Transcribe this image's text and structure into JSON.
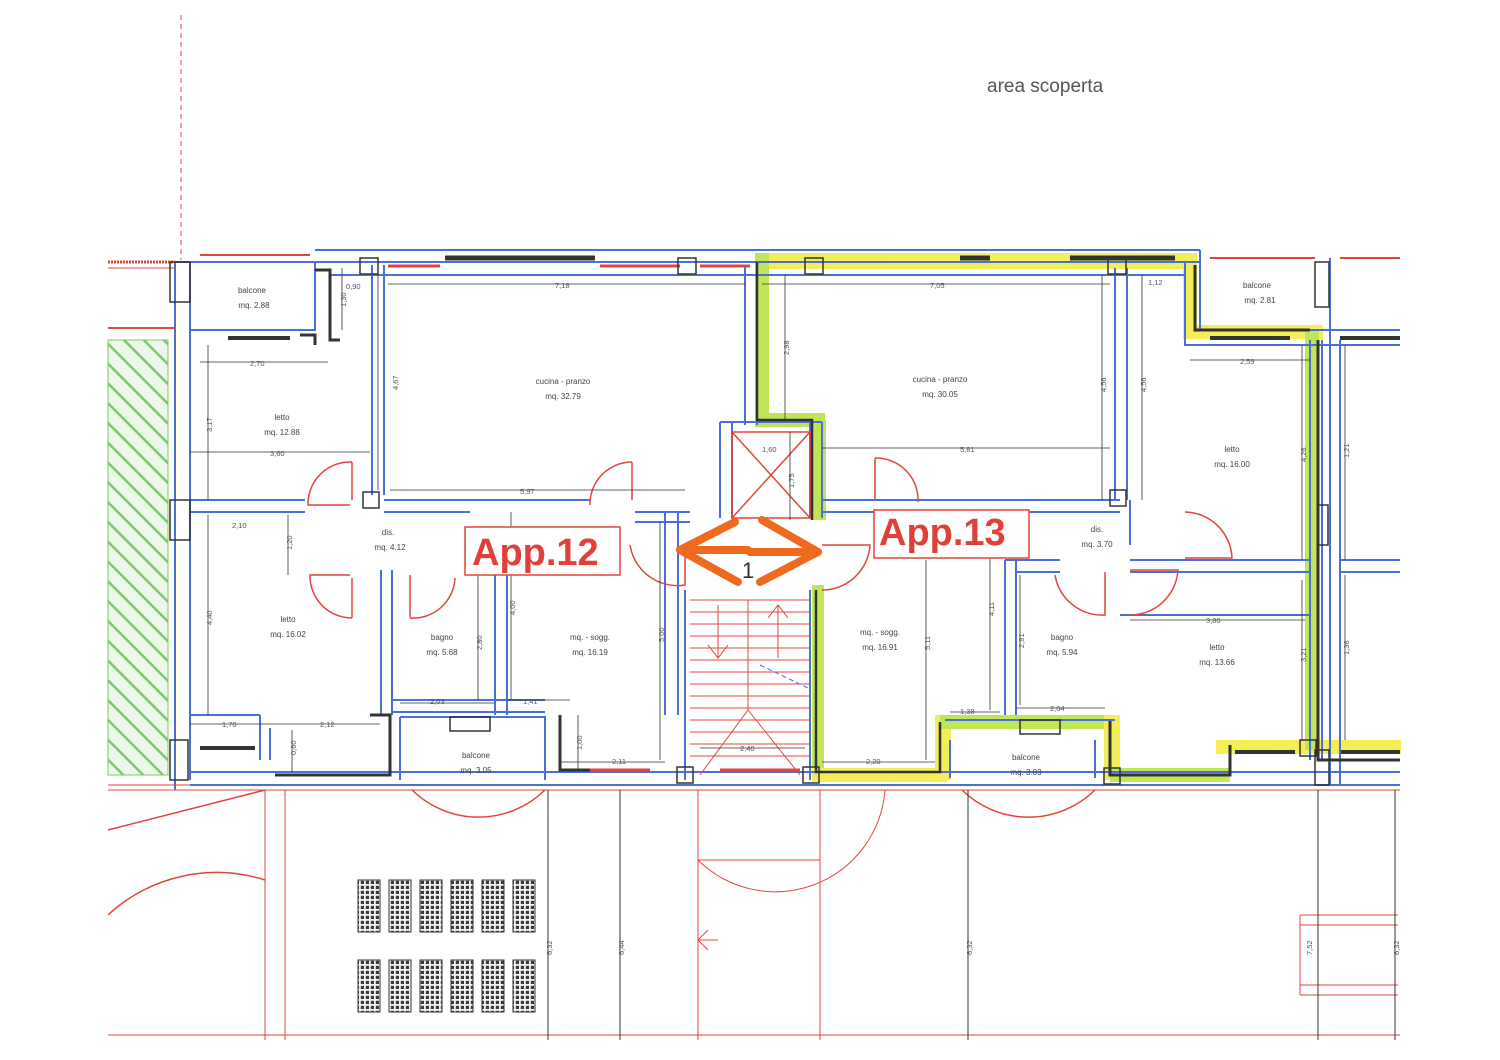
{
  "title": "area scoperta",
  "colors": {
    "wall_blue": "#4a6fd6",
    "wall_red": "#e2453c",
    "highlight_yellow": "#f2ec3a",
    "highlight_green": "#b6e23a",
    "arrow_orange": "#ef6a1e",
    "hatch_green": "#7cc86a",
    "label_red": "#e0403a"
  },
  "apartments": [
    {
      "label": "App.12"
    },
    {
      "label": "App.13"
    }
  ],
  "stair_number": "1",
  "rooms": [
    {
      "id": "balcone-a",
      "name": "balcone",
      "area": "mq. 2.88"
    },
    {
      "id": "letto-a",
      "name": "letto",
      "area": "mq. 12.88"
    },
    {
      "id": "cucina-a",
      "name": "cucina - pranzo",
      "area": "mq. 32.79"
    },
    {
      "id": "dis-a",
      "name": "dis.",
      "area": "mq. 4.12"
    },
    {
      "id": "letto-b",
      "name": "letto",
      "area": "mq. 16.02"
    },
    {
      "id": "bagno-a",
      "name": "bagno",
      "area": "mq. 5.68"
    },
    {
      "id": "sogg-a",
      "name": "mq. - sogg.",
      "area": "mq. 16.19"
    },
    {
      "id": "balcone-b",
      "name": "balcone",
      "area": "mq. 3.05"
    },
    {
      "id": "cucina-b",
      "name": "cucina - pranzo",
      "area": "mq. 30.05"
    },
    {
      "id": "balcone-c",
      "name": "balcone",
      "area": "mq. 2.81"
    },
    {
      "id": "letto-c",
      "name": "letto",
      "area": "mq. 16.00"
    },
    {
      "id": "dis-b",
      "name": "dis.",
      "area": "mq. 3.70"
    },
    {
      "id": "sogg-b",
      "name": "mq. - sogg.",
      "area": "mq. 16.91"
    },
    {
      "id": "bagno-b",
      "name": "bagno",
      "area": "mq. 5.94"
    },
    {
      "id": "letto-d",
      "name": "letto",
      "area": "mq. 13.66"
    },
    {
      "id": "balcone-d",
      "name": "balcone",
      "area": "mq. 3.03"
    }
  ],
  "dimensions": [
    "0,90",
    "1,30",
    "2,70",
    "3,17",
    "3,60",
    "2,10",
    "1,20",
    "4,40",
    "1,70",
    "2,12",
    "0,60",
    "4,67",
    "7,18",
    "5,97",
    "2,03",
    "1,41",
    "2,80",
    "4,00",
    "5,00",
    "1,00",
    "2,11",
    "2,40",
    "1,60",
    "1,75",
    "2,98",
    "7,05",
    "5,81",
    "4,56",
    "4,56",
    "1,12",
    "2,59",
    "4,26",
    "1,21",
    "2,20",
    "5,11",
    "4,11",
    "2,91",
    "1,38",
    "2,04",
    "3,80",
    "3,21",
    "1,36",
    "6,32",
    "6,44",
    "6,32",
    "7,52",
    "6,32"
  ]
}
